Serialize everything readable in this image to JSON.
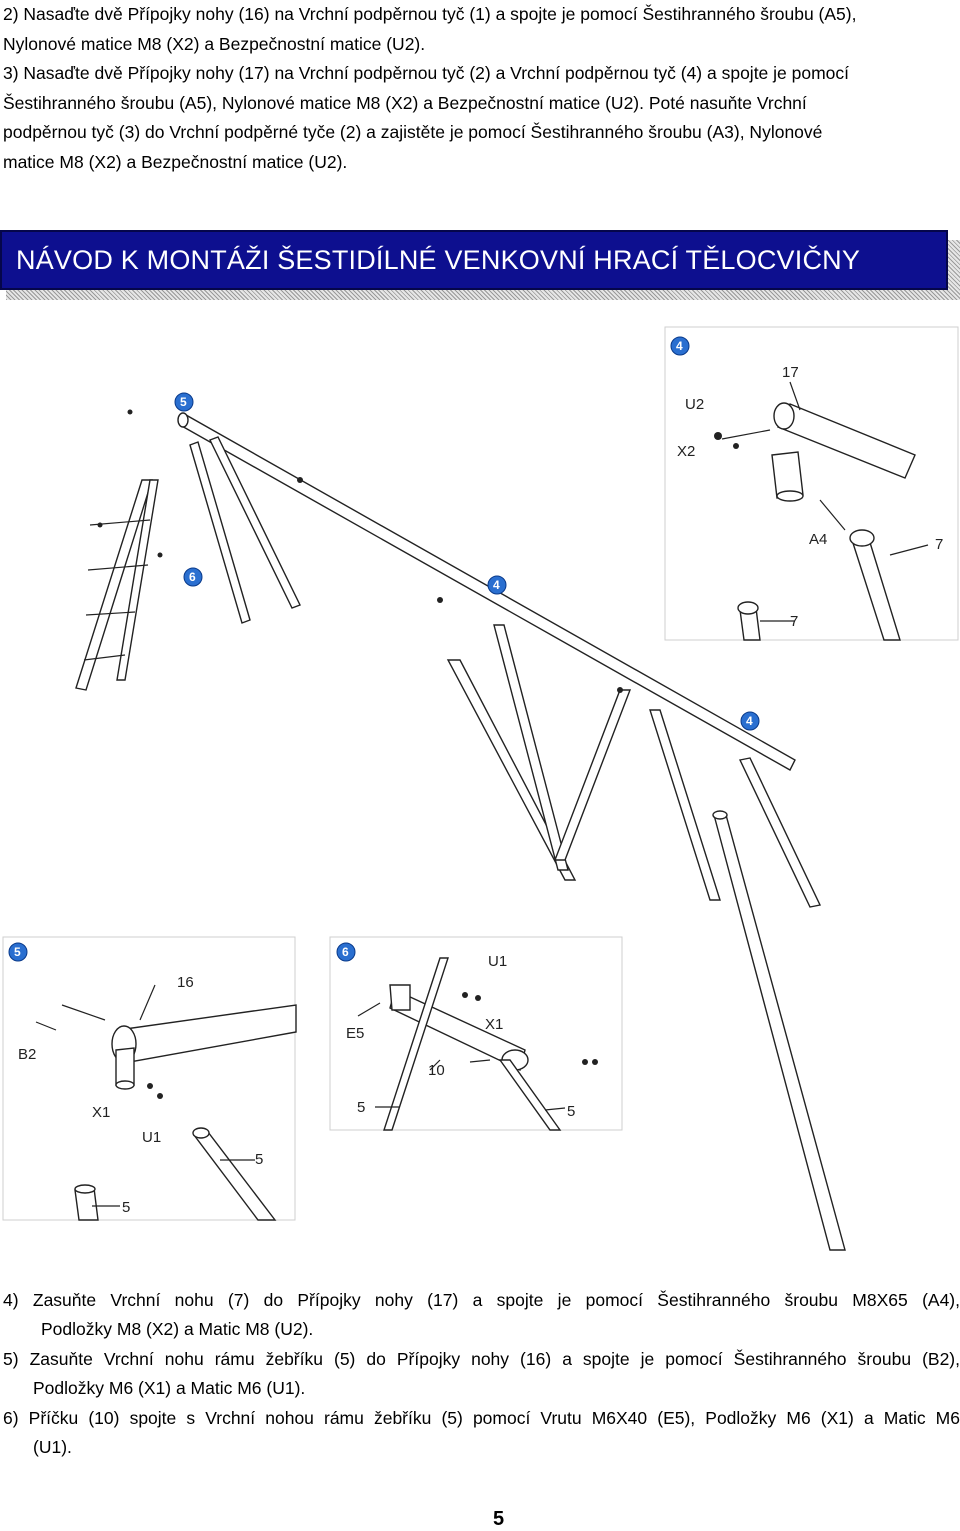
{
  "intro": {
    "line1": "2) Nasaďte dvě Přípojky nohy (16) na Vrchní podpěrnou tyč (1) a spojte je pomocí Šestihranného šroubu (A5),",
    "line2": "Nylonové matice M8 (X2) a Bezpečnostní matice (U2).",
    "line3": "3) Nasaďte dvě Přípojky nohy (17) na Vrchní podpěrnou tyč (2) a Vrchní podpěrnou tyč (4) a spojte je pomocí",
    "line4": "Šestihranného šroubu (A5), Nylonové matice M8 (X2) a Bezpečnostní matice (U2). Poté nasuňte Vrchní",
    "line5": "podpěrnou tyč (3) do Vrchní podpěrné tyče (2) a zajistěte je pomocí Šestihranného šroubu (A3), Nylonové",
    "line6": "matice M8 (X2) a Bezpečnostní matice (U2)."
  },
  "banner": {
    "title": "NÁVOD K MONTÁŽI ŠESTIDÍLNÉ VENKOVNÍ HRACÍ TĚLOCVIČNY"
  },
  "figure": {
    "callouts": {
      "c4a": "4",
      "c5": "5",
      "c6": "6",
      "c4b": "4",
      "c4c": "4",
      "c5b": "5",
      "c6b": "6"
    },
    "inset4": {
      "l17": "17",
      "lU2": "U2",
      "lX2": "X2",
      "lA4": "A4",
      "l7a": "7",
      "l7b": "7"
    },
    "inset5": {
      "l16": "16",
      "lB2": "B2",
      "lX1": "X1",
      "lU1": "U1",
      "l5a": "5",
      "l5b": "5"
    },
    "inset6": {
      "lU1": "U1",
      "lE5": "E5",
      "lX1": "X1",
      "l10": "10",
      "l5a": "5",
      "l5b": "5"
    }
  },
  "steps": {
    "s4_first": "4) Zasuňte Vrchní nohu (7) do Přípojky nohy (17) a spojte je pomocí Šestihranného šroubu M8X65 (A4),",
    "s4_cont": "Podložky M8 (X2) a Matic M8 (U2).",
    "s5_first": "5) Zasuňte Vrchní nohu rámu žebříku (5) do Přípojky nohy (16) a spojte je pomocí Šestihranného šroubu (B2),",
    "s5_cont": "Podložky M6 (X1) a Matic M6 (U1).",
    "s6_first": "6) Příčku (10) spojte s Vrchní nohou rámu žebříku (5) pomocí Vrutu M6X40 (E5), Podložky M6 (X1) a Matic M6",
    "s6_cont": "(U1)."
  },
  "page_number": "5"
}
